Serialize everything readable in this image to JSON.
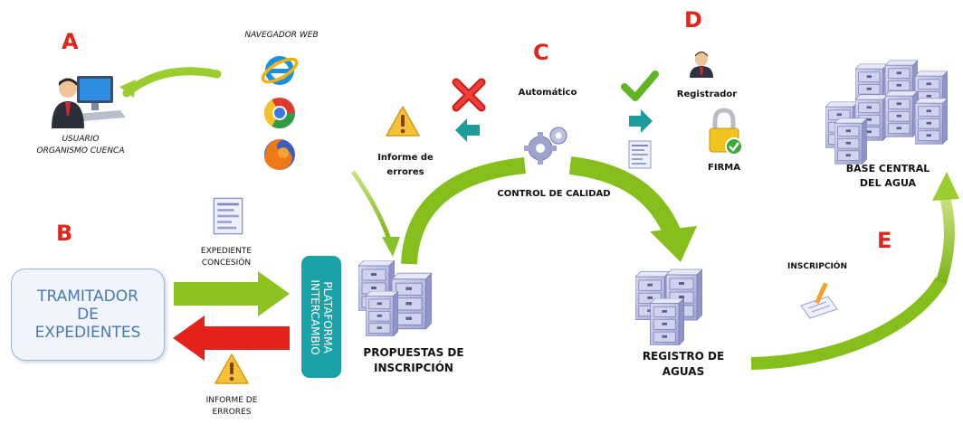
{
  "sections": {
    "a": "A",
    "b": "B",
    "c": "C",
    "d": "D",
    "e": "E"
  },
  "labels": {
    "navegador_web": "NAVEGADOR WEB",
    "usuario_line1": "USUARIO",
    "usuario_line2": "ORGANISMO CUENCA",
    "automatico": "Automático",
    "informe_line1": "Informe de",
    "informe_line2": "errores",
    "control_calidad": "CONTROL DE CALIDAD",
    "registrador": "Registrador",
    "firma": "FIRMA",
    "base_line1": "BASE CENTRAL",
    "base_line2": "DEL AGUA",
    "inscripcion": "INSCRIPCIÓN",
    "expediente_line1": "EXPEDIENTE",
    "expediente_line2": "CONCESIÓN",
    "tramitador_line1": "TRAMITADOR",
    "tramitador_line2": "DE",
    "tramitador_line3": "EXPEDIENTES",
    "plataforma_line1": "PLATAFORMA",
    "plataforma_line2": "INTERCAMBIO",
    "propuestas_line1": "PROPUESTAS DE",
    "propuestas_line2": "INSCRIPCIÓN",
    "registro_line1": "REGISTRO DE",
    "registro_line2": "AGUAS",
    "informe_err_line1": "INFORME DE",
    "informe_err_line2": "ERRORES"
  },
  "icons": [
    "user-computer-icon",
    "internet-explorer-icon",
    "chrome-icon",
    "firefox-icon",
    "warning-icon",
    "error-x-icon",
    "gears-icon",
    "checkmark-icon",
    "document-icon",
    "registrar-icon",
    "padlock-icon",
    "filing-cabinet-icon",
    "signing-icon"
  ],
  "colors": {
    "section_letter": "#e0261b",
    "arrow_green": "#8dc21f",
    "arrow_red": "#e5211c",
    "plataforma": "#1aa2a9",
    "arrow_teal": "#1f9c9a",
    "tramitador_text": "#4a78b5"
  }
}
